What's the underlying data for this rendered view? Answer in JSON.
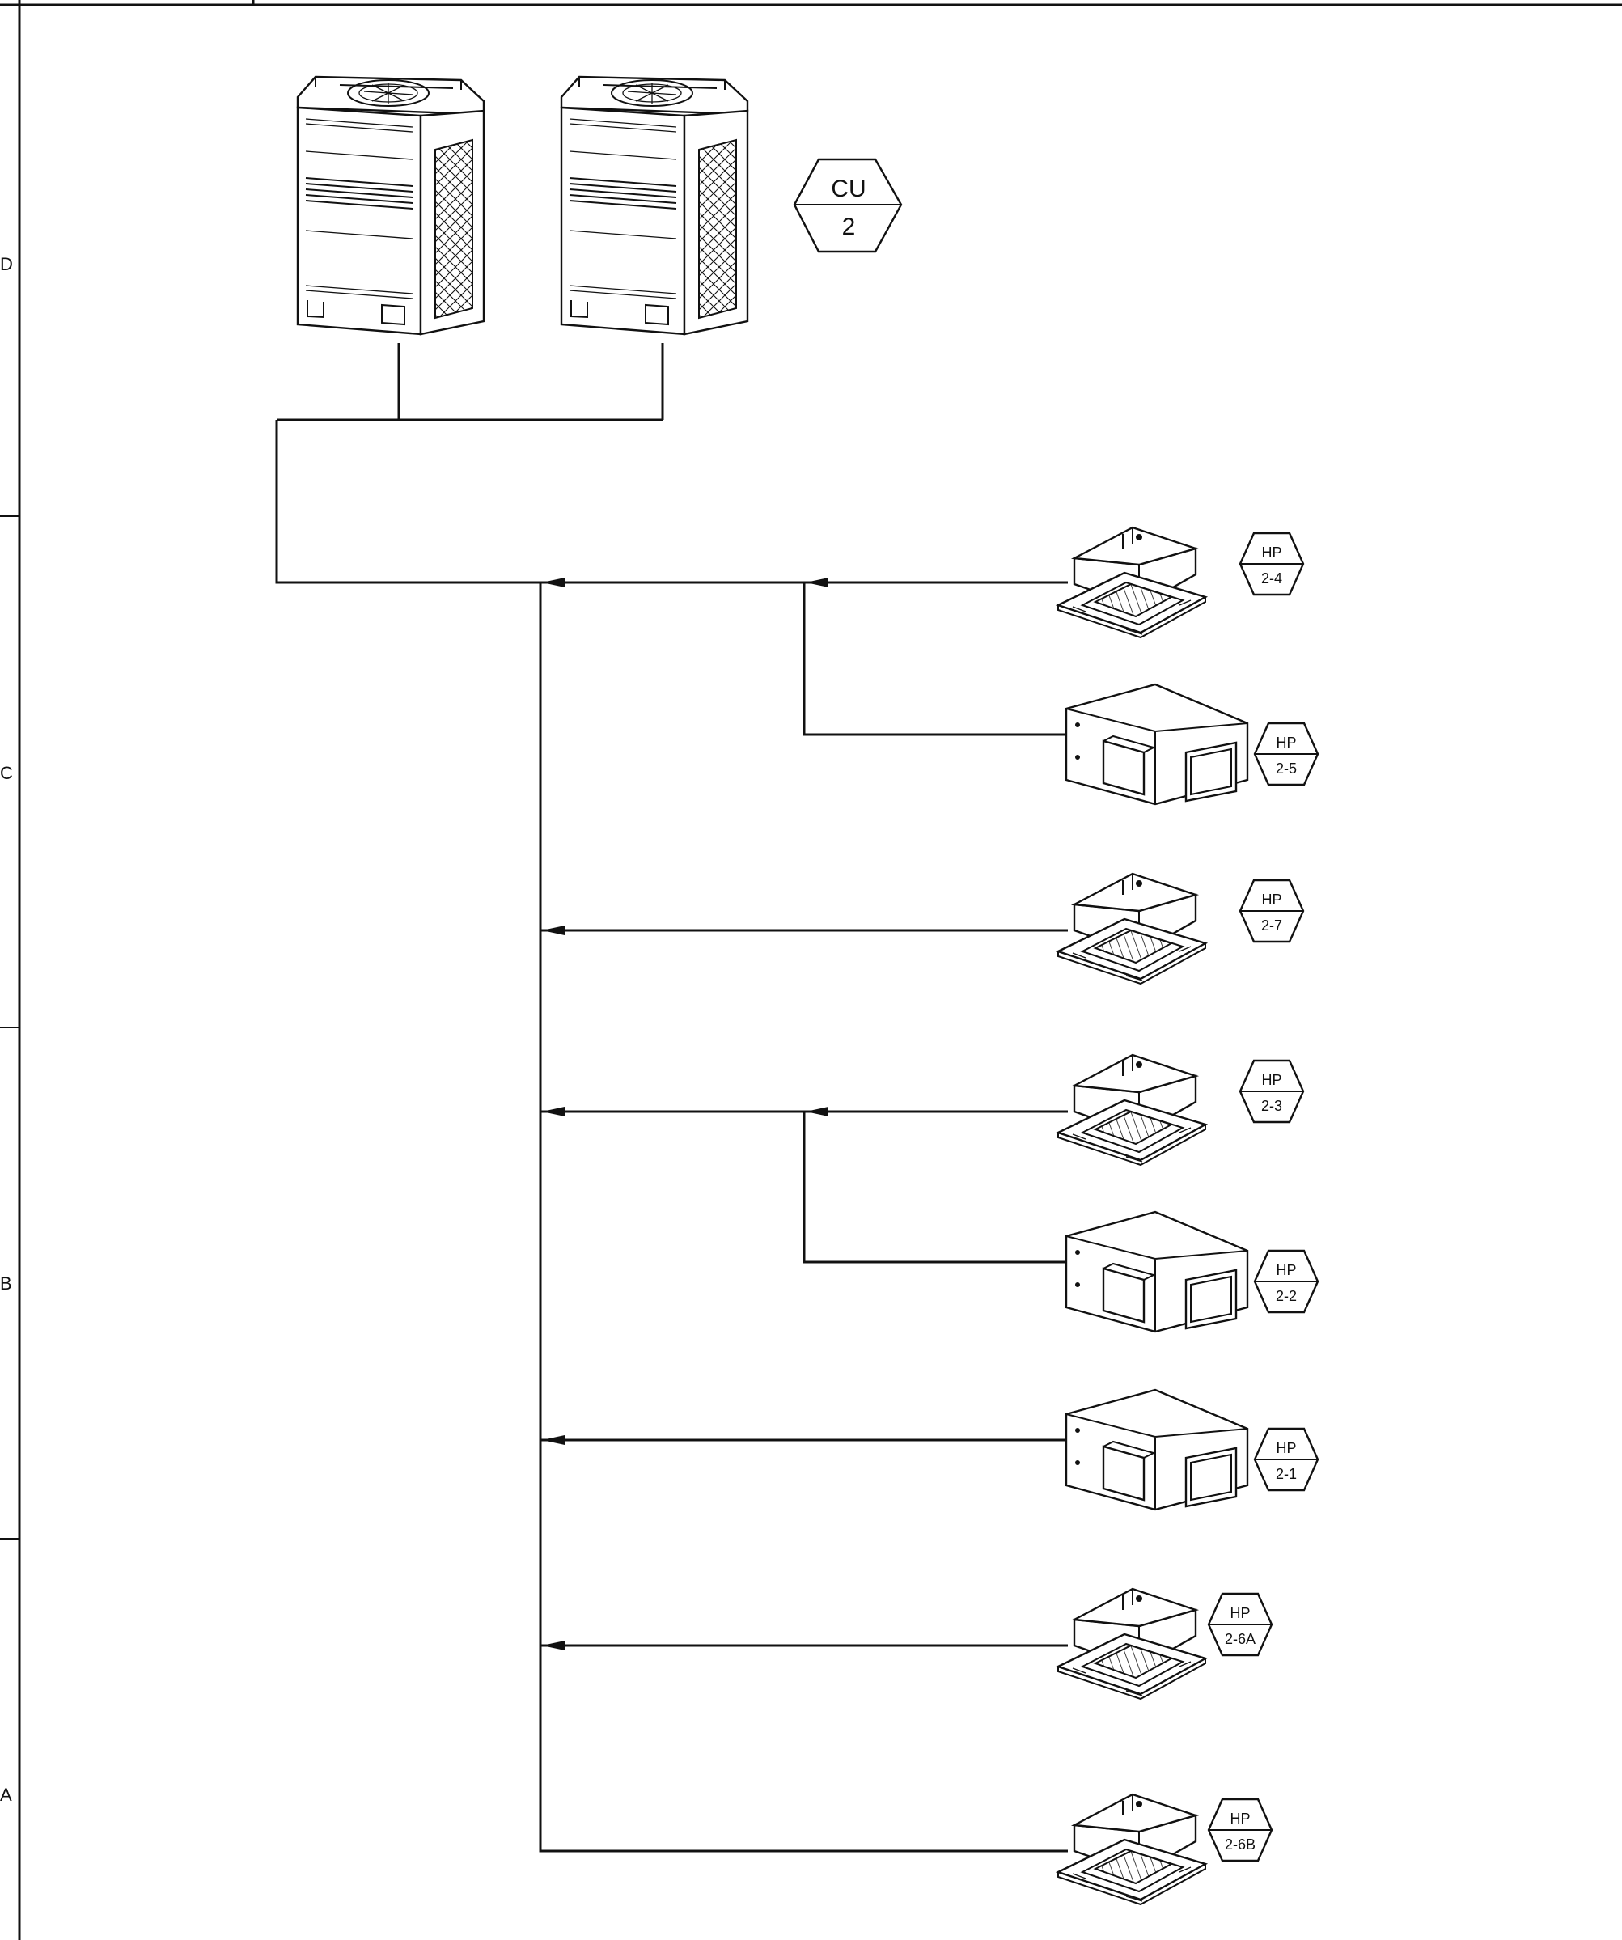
{
  "zones": [
    "D",
    "C",
    "B",
    "A"
  ],
  "condensing_tag": {
    "line1": "CU",
    "line2": "2"
  },
  "indoor_units": [
    {
      "type": "cassette",
      "line1": "HP",
      "line2": "2-4"
    },
    {
      "type": "ducted",
      "line1": "HP",
      "line2": "2-5"
    },
    {
      "type": "cassette",
      "line1": "HP",
      "line2": "2-7"
    },
    {
      "type": "cassette",
      "line1": "HP",
      "line2": "2-3"
    },
    {
      "type": "ducted",
      "line1": "HP",
      "line2": "2-2"
    },
    {
      "type": "ducted",
      "line1": "HP",
      "line2": "2-1"
    },
    {
      "type": "cassette",
      "line1": "HP",
      "line2": "2-6A"
    },
    {
      "type": "cassette",
      "line1": "HP",
      "line2": "2-6B"
    }
  ]
}
